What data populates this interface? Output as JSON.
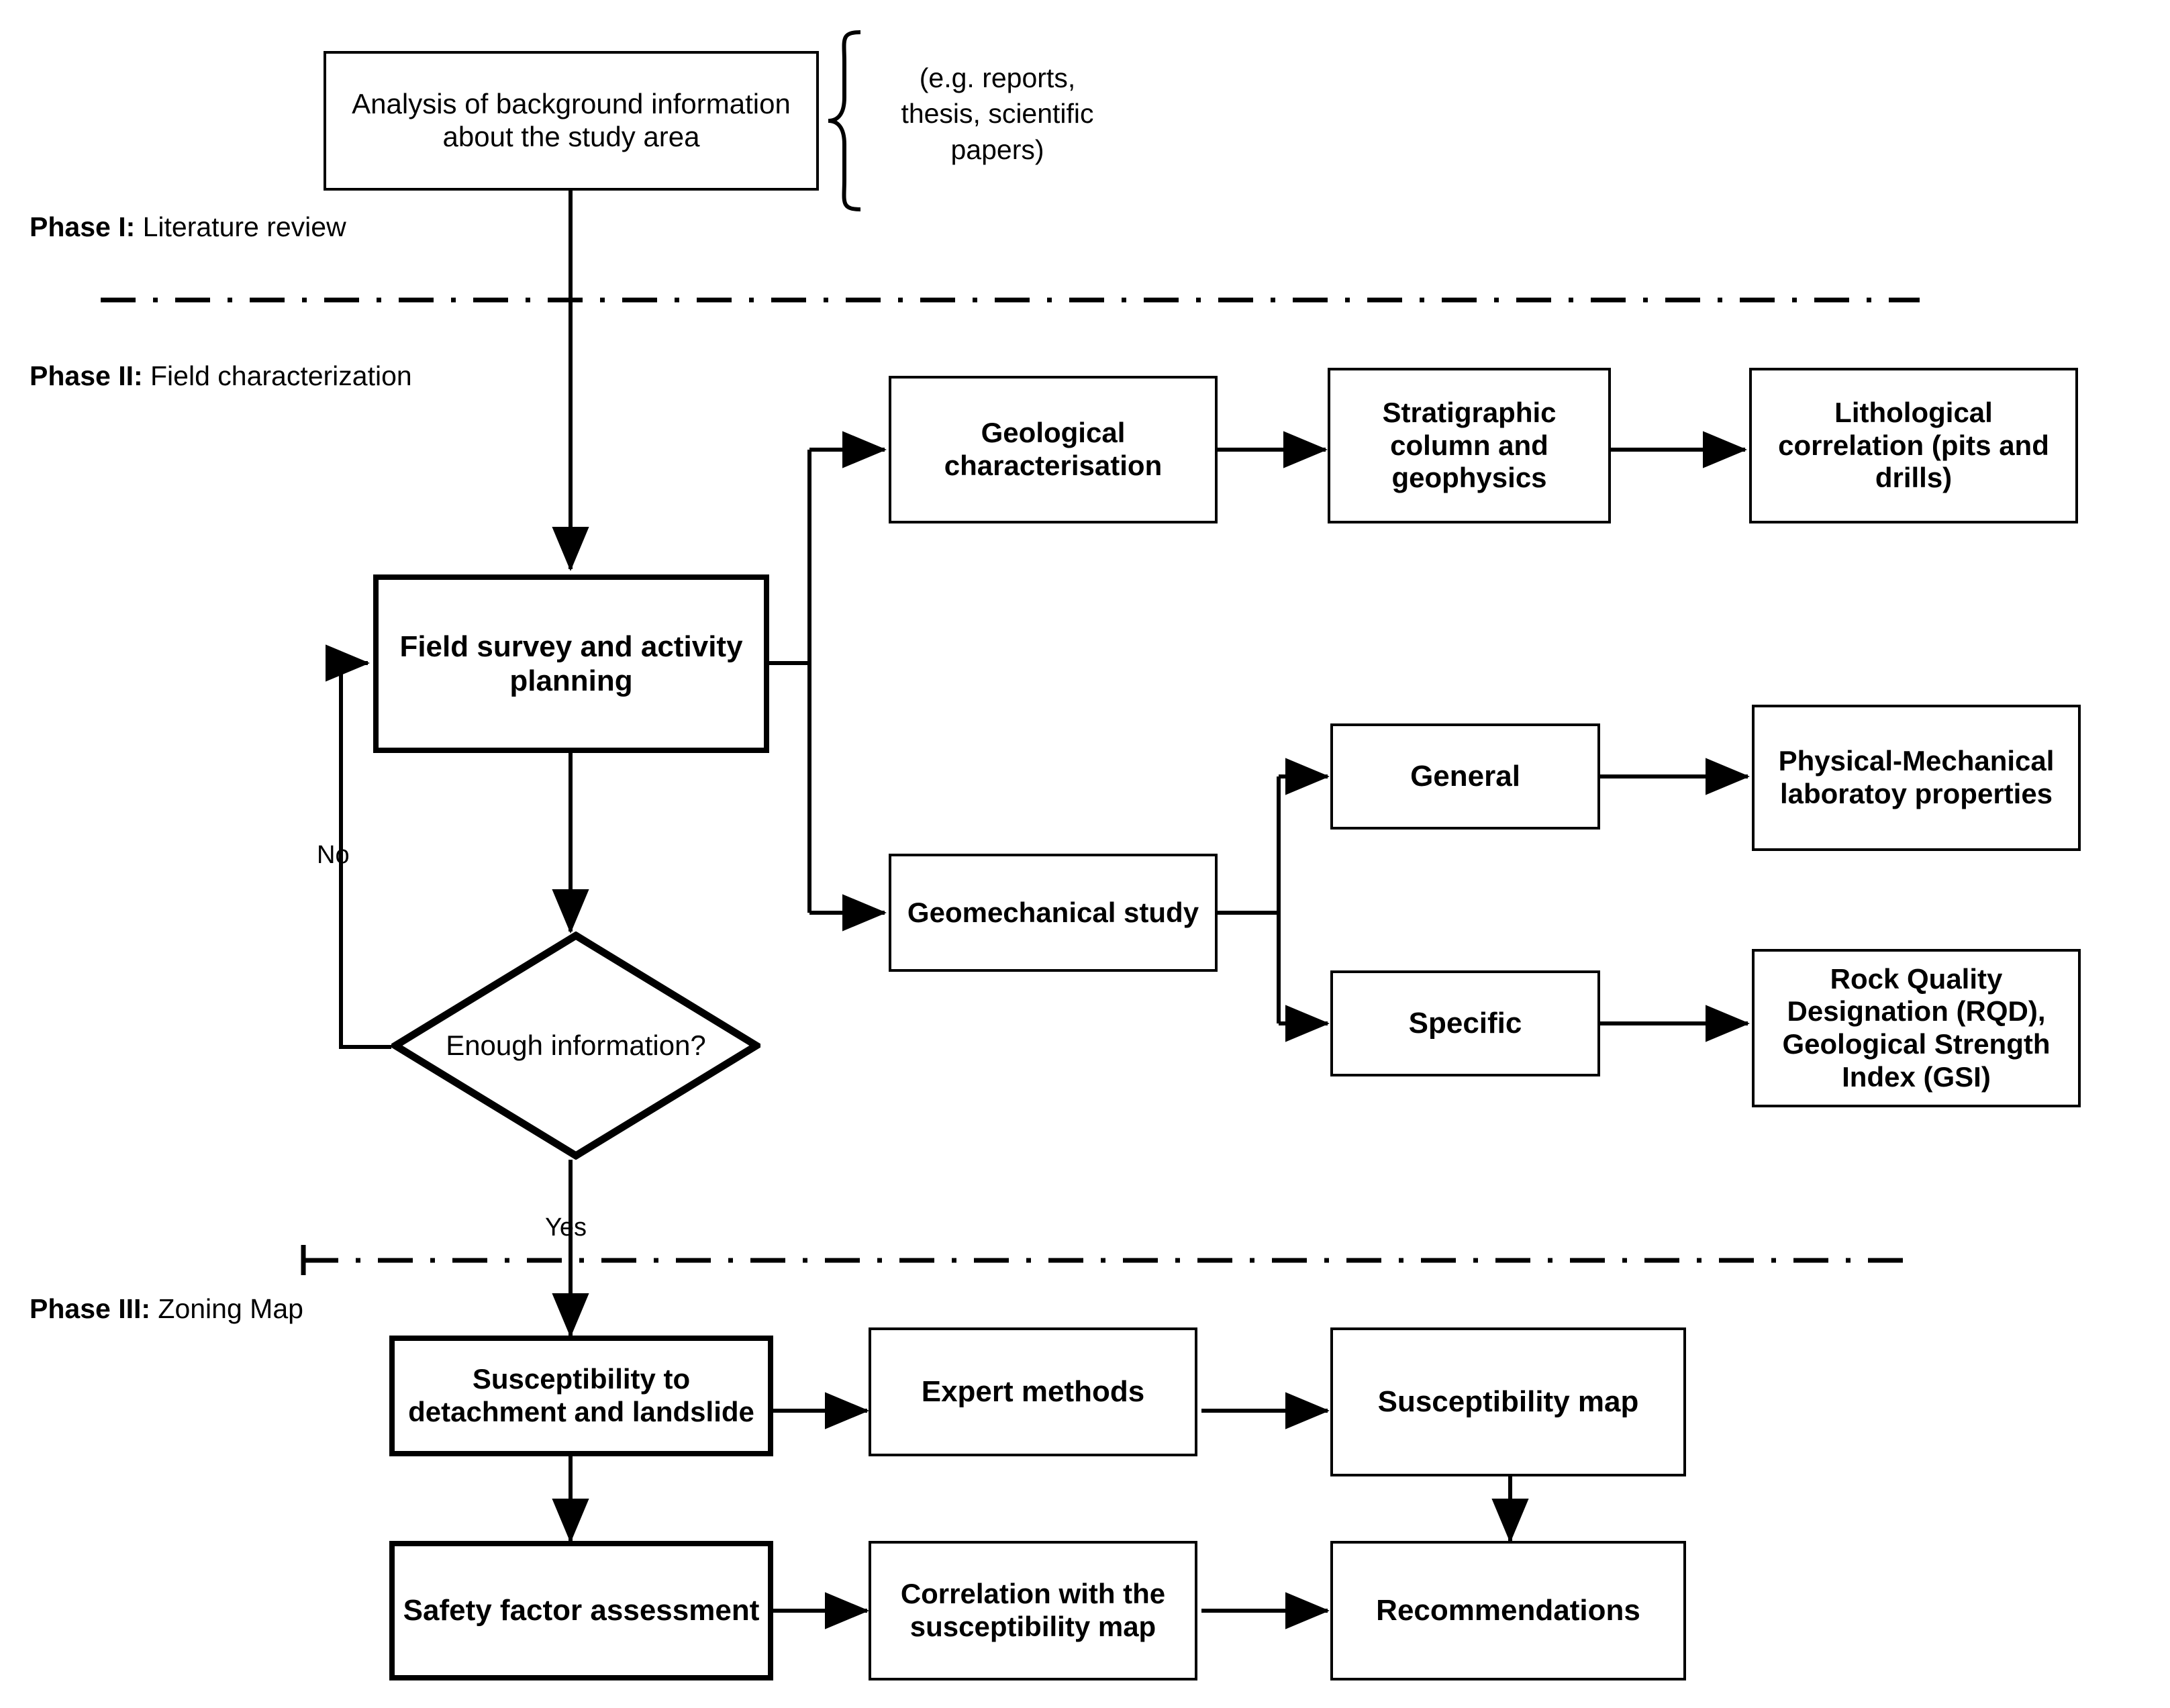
{
  "diagram": {
    "title_visible": false,
    "phases": [
      {
        "id": "phase1",
        "prefix": "Phase I:",
        "name": " Literature review"
      },
      {
        "id": "phase2",
        "prefix": "Phase II:",
        "name": " Field characterization"
      },
      {
        "id": "phase3",
        "prefix": "Phase III:",
        "name": " Zoning Map"
      }
    ],
    "annotations": [
      {
        "id": "sources-note",
        "text": "(e.g. reports,\nthesis, scientific\npapers)"
      }
    ],
    "edge_labels": [
      {
        "id": "no-label",
        "text": "No"
      },
      {
        "id": "yes-label",
        "text": "Yes"
      }
    ],
    "nodes": [
      {
        "id": "background-analysis",
        "label": "Analysis of background information about the study area"
      },
      {
        "id": "field-survey",
        "label": "Field survey and activity planning"
      },
      {
        "id": "enough-information",
        "label": "Enough information?"
      },
      {
        "id": "geological-characterisation",
        "label": "Geological characterisation"
      },
      {
        "id": "stratigraphic-column",
        "label": "Stratigraphic column and geophysics"
      },
      {
        "id": "lithological-correlation",
        "label": "Lithological correlation (pits and drills)"
      },
      {
        "id": "geomechanical-study",
        "label": "Geomechanical study"
      },
      {
        "id": "general",
        "label": "General"
      },
      {
        "id": "specific",
        "label": "Specific"
      },
      {
        "id": "physical-mechanical",
        "label": "Physical-Mechanical laboratoy properties"
      },
      {
        "id": "rock-quality",
        "label": "Rock Quality Designation (RQD), Geological Strength Index (GSI)"
      },
      {
        "id": "susceptibility-detachment",
        "label": "Susceptibility to detachment and landslide"
      },
      {
        "id": "expert-methods",
        "label": "Expert methods"
      },
      {
        "id": "susceptibility-map",
        "label": "Susceptibility map"
      },
      {
        "id": "safety-factor",
        "label": "Safety factor assessment"
      },
      {
        "id": "correlation-susceptibility",
        "label": "Correlation with the susceptibility map"
      },
      {
        "id": "recommendations",
        "label": "Recommendations"
      }
    ],
    "colors": {
      "stroke": "#000000",
      "fill": "#ffffff",
      "text": "#000000"
    }
  }
}
